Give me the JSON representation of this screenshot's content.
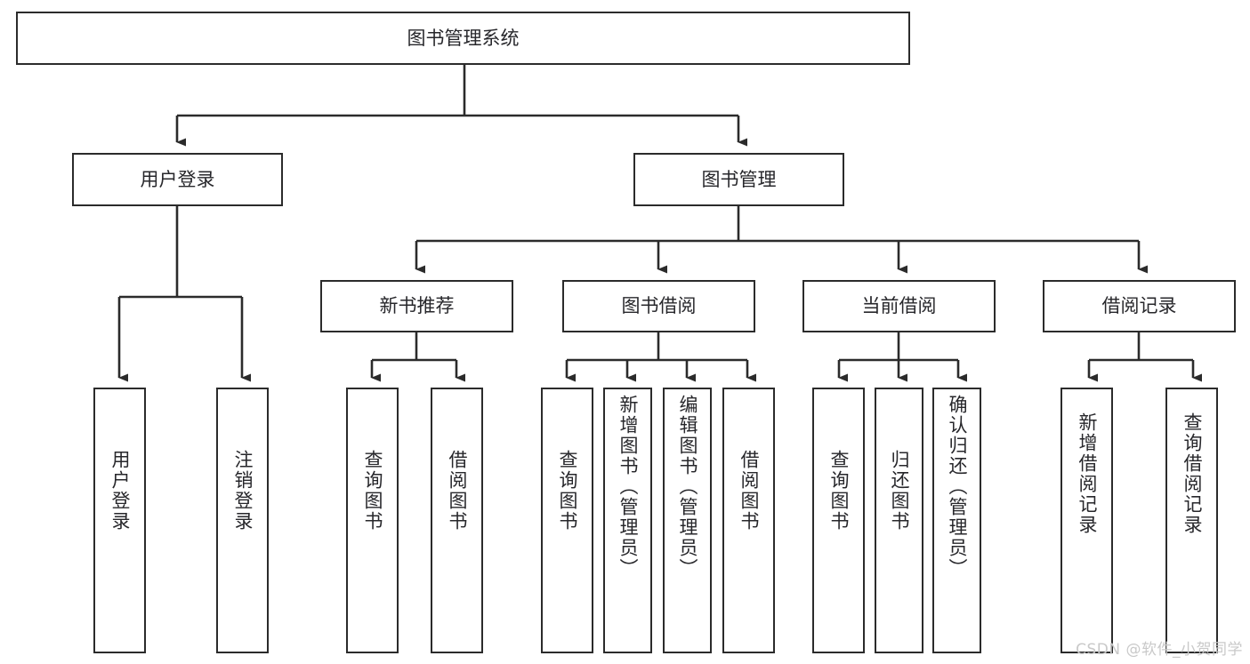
{
  "diagram": {
    "title_node": {
      "label": "图书管理系统"
    },
    "level2": [
      {
        "id": "user-login",
        "label": "用户登录"
      },
      {
        "id": "book-management",
        "label": "图书管理"
      }
    ],
    "level3": [
      {
        "id": "new-book-recommend",
        "label": "新书推荐"
      },
      {
        "id": "book-borrow",
        "label": "图书借阅"
      },
      {
        "id": "current-borrow",
        "label": "当前借阅"
      },
      {
        "id": "borrow-record",
        "label": "借阅记录"
      }
    ],
    "leaves": [
      {
        "id": "leaf-user-login",
        "label": "用户登录",
        "parent": "user-login"
      },
      {
        "id": "leaf-logout-login",
        "label": "注销登录",
        "parent": "user-login"
      },
      {
        "id": "leaf-query-book-1",
        "label": "查询图书",
        "parent": "new-book-recommend"
      },
      {
        "id": "leaf-borrow-book-1",
        "label": "借阅图书",
        "parent": "new-book-recommend"
      },
      {
        "id": "leaf-query-book-2",
        "label": "查询图书",
        "parent": "book-borrow"
      },
      {
        "id": "leaf-add-book",
        "label": "新增图书（管理员）",
        "parent": "book-borrow"
      },
      {
        "id": "leaf-edit-book",
        "label": "编辑图书（管理员）",
        "parent": "book-borrow"
      },
      {
        "id": "leaf-borrow-book-2",
        "label": "借阅图书",
        "parent": "book-borrow"
      },
      {
        "id": "leaf-query-book-3",
        "label": "查询图书",
        "parent": "current-borrow"
      },
      {
        "id": "leaf-return-book",
        "label": "归还图书",
        "parent": "current-borrow"
      },
      {
        "id": "leaf-confirm-return",
        "label": "确认归还（管理员）",
        "parent": "current-borrow"
      },
      {
        "id": "leaf-add-record",
        "label": "新增借阅记录",
        "parent": "borrow-record"
      },
      {
        "id": "leaf-query-record",
        "label": "查询借阅记录",
        "parent": "borrow-record"
      }
    ]
  },
  "watermark": {
    "text": "CSDN @软件_小贺同学"
  },
  "colors": {
    "stroke": "#2b2b2b",
    "text": "#27272b",
    "background": "#ffffff",
    "watermark": "#c9c9c9"
  }
}
